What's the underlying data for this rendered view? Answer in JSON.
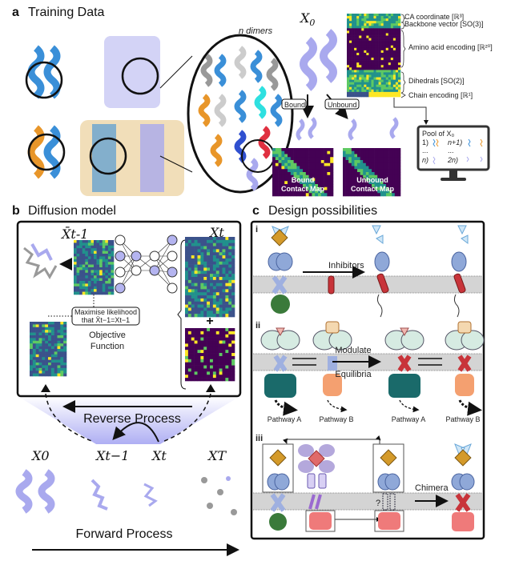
{
  "panel_a": {
    "letter": "a",
    "title": "Training Data",
    "n_dimers": "n dimers",
    "x0": "X",
    "x0_sub": "0",
    "encoding_labels": [
      "CA coordinate [ℝ³]",
      "Backbone vector [SO(3)]",
      "Amino acid encoding [ℝ²⁰]",
      "Dihedrals [SO(2)]",
      "Chain encoding [ℝ¹]"
    ],
    "bound_label": "Bound",
    "unbound_label": "Unbound",
    "bound_map": [
      "Bound",
      "Contact Map"
    ],
    "unbound_map": [
      "Unbound",
      "Contact Map"
    ],
    "pool": {
      "title": "Pool of X₀",
      "rows": [
        "1)",
        "n+1)",
        "...",
        "...",
        "n)",
        "2n)"
      ]
    }
  },
  "panel_b": {
    "letter": "b",
    "title": "Diffusion model",
    "xbar_label": "X̄t-1",
    "xt_label": "Xt",
    "objective_box": [
      "Maximise likelihood",
      "that X̄t−1=Xt−1"
    ],
    "objective_caption": [
      "Objective",
      "Function"
    ],
    "plus": "+",
    "reverse_process": "Reverse Process",
    "forward_process": "Forward Process",
    "states": [
      "X0",
      "Xt−1",
      "Xt",
      "XT"
    ]
  },
  "panel_c": {
    "letter": "c",
    "title": "Design possibilities",
    "sections": [
      "i",
      "ii",
      "iii"
    ],
    "inhibitors": "Inhibitors",
    "modulate": "Modulate",
    "equilibria": "Equilibria",
    "pathways": [
      "Pathway A",
      "Pathway B",
      "Pathway A",
      "Pathway B"
    ],
    "question": "?",
    "chimera": "Chimera"
  },
  "colors": {
    "helix_blue": "#3a8fd8",
    "helix_lavender": "#a9a9ee",
    "helix_orange": "#e8962a",
    "viridis_dark": "#440154",
    "viridis_yellow": "#fde725",
    "membrane": "#d4d4d4",
    "inhibitor_red": "#c8343a"
  }
}
